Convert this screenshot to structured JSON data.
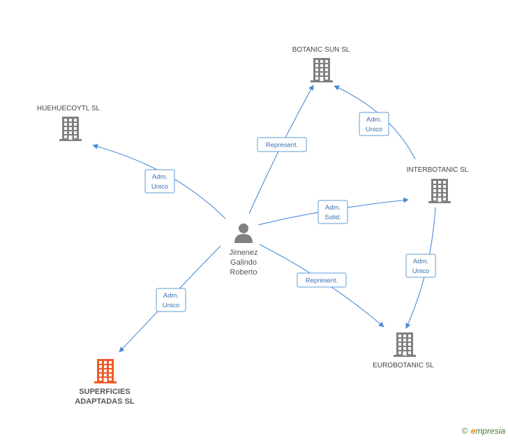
{
  "colors": {
    "edge": "#4a8ad8",
    "building": "#808080",
    "building_main": "#f05a28",
    "person": "#808080",
    "brand": "#5a8a3a"
  },
  "nodes": {
    "botanic_sun": {
      "lines": [
        "BOTANIC SUN SL"
      ],
      "icon": "building-icon"
    },
    "huehuecoytl": {
      "lines": [
        "HUEHUECOYTL SL"
      ],
      "icon": "building-icon"
    },
    "interbotanic": {
      "lines": [
        "INTERBOTANIC SL"
      ],
      "icon": "building-icon"
    },
    "eurobotanic": {
      "lines": [
        "EUROBOTANIC SL"
      ],
      "icon": "building-icon"
    },
    "superficies": {
      "lines": [
        "SUPERFICIES",
        "ADAPTADAS SL"
      ],
      "icon": "building-icon"
    },
    "person": {
      "lines": [
        "Jimenez",
        "Galindo",
        "Roberto"
      ],
      "icon": "person-icon"
    }
  },
  "edges": [
    {
      "id": "person-huehuecoytl",
      "lines": [
        "Adm.",
        "Unico"
      ]
    },
    {
      "id": "person-botanic_sun",
      "lines": [
        "Represent."
      ]
    },
    {
      "id": "interbotanic-botanic_sun",
      "lines": [
        "Adm.",
        "Unico"
      ]
    },
    {
      "id": "person-interbotanic",
      "lines": [
        "Adm.",
        "Solid."
      ]
    },
    {
      "id": "interbotanic-eurobotanic",
      "lines": [
        "Adm.",
        "Unico"
      ]
    },
    {
      "id": "person-eurobotanic",
      "lines": [
        "Represent."
      ]
    },
    {
      "id": "person-superficies",
      "lines": [
        "Adm.",
        "Unico"
      ]
    }
  ],
  "footer": {
    "copyright": "©",
    "brand_initial": "e",
    "brand_rest": "mpresia"
  }
}
